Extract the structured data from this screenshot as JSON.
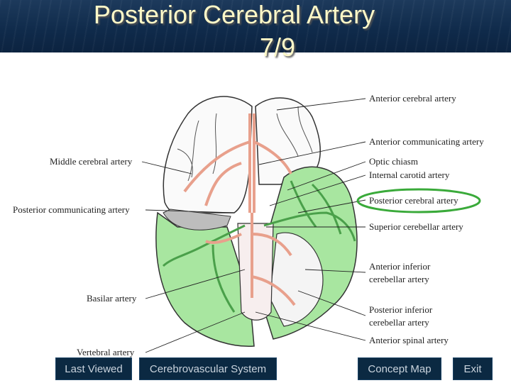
{
  "slide": {
    "title_line1": "Posterior Cerebral Artery",
    "title_line2": "7/9"
  },
  "figure": {
    "labels": {
      "anterior_cerebral": "Anterior cerebral artery",
      "anterior_communicating": "Anterior communicating artery",
      "optic_chiasm": "Optic chiasm",
      "internal_carotid": "Internal carotid artery",
      "posterior_cerebral": "Posterior cerebral artery",
      "superior_cerebellar": "Superior cerebellar artery",
      "anterior_inferior_1": "Anterior inferior",
      "anterior_inferior_2": "cerebellar artery",
      "posterior_inferior_1": "Posterior inferior",
      "posterior_inferior_2": "cerebellar artery",
      "anterior_spinal": "Anterior spinal artery",
      "middle_cerebral": "Middle cerebral artery",
      "posterior_communicating": "Posterior communicating artery",
      "basilar": "Basilar artery",
      "vertebral": "Vertebral artery"
    },
    "colors": {
      "highlight_oval": "#3aaa3a",
      "green_region": "#a8e6a0",
      "artery": "#e8a08c"
    }
  },
  "nav": {
    "last_viewed": "Last Viewed",
    "section": "Cerebrovascular System",
    "concept_map": "Concept Map",
    "exit": "Exit"
  }
}
